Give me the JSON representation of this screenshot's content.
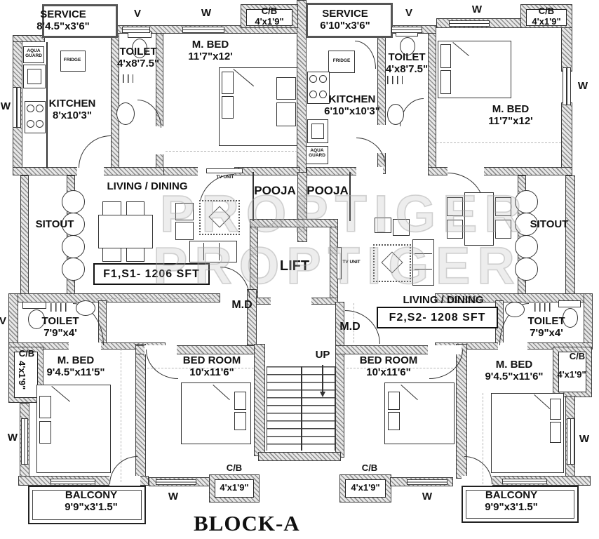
{
  "title": "BLOCK-A",
  "watermark": "PROPTIGER",
  "r": {
    "svcL": {
      "n": "SERVICE",
      "d": "8'4.5\"x3'6\""
    },
    "svcR": {
      "n": "SERVICE",
      "d": "6'10\"x3'6\""
    },
    "kitL": {
      "n": "KITCHEN",
      "d": "8'x10'3\""
    },
    "kitR": {
      "n": "KITCHEN",
      "d": "6'10\"x10'3\""
    },
    "toiTL": {
      "n": "TOILET",
      "d": "4'x8'7.5\""
    },
    "toiTR": {
      "n": "TOILET",
      "d": "4'x8'7.5\""
    },
    "mbedT": {
      "n": "M. BED",
      "d": "11'7\"x12'"
    },
    "cb": {
      "n": "C/B",
      "d": "4'x1'9\""
    },
    "sit": {
      "n": "SITOUT"
    },
    "liv": {
      "n": "LIVING / DINING"
    },
    "pooja": {
      "n": "POOJA"
    },
    "lift": {
      "n": "LIFT"
    },
    "toiB": {
      "n": "TOILET",
      "d": "7'9\"x4'"
    },
    "mbedBL": {
      "n": "M. BED",
      "d": "9'4.5\"x11'5\""
    },
    "mbedBR": {
      "n": "M. BED",
      "d": "9'4.5\"x11'6\""
    },
    "bedrm": {
      "n": "BED ROOM",
      "d": "10'x11'6\""
    },
    "balc": {
      "n": "BALCONY",
      "d": "9'9\"x3'1.5\""
    }
  },
  "a": {
    "f1": "F1,S1- 1206 SFT",
    "f2": "F2,S2- 1208 SFT",
    "up": "UP",
    "md": "M.D",
    "tv": "TV UNIT",
    "fridge": "FRIDGE",
    "aqua": "AQUA GUARD",
    "w": "W",
    "v": "V"
  }
}
